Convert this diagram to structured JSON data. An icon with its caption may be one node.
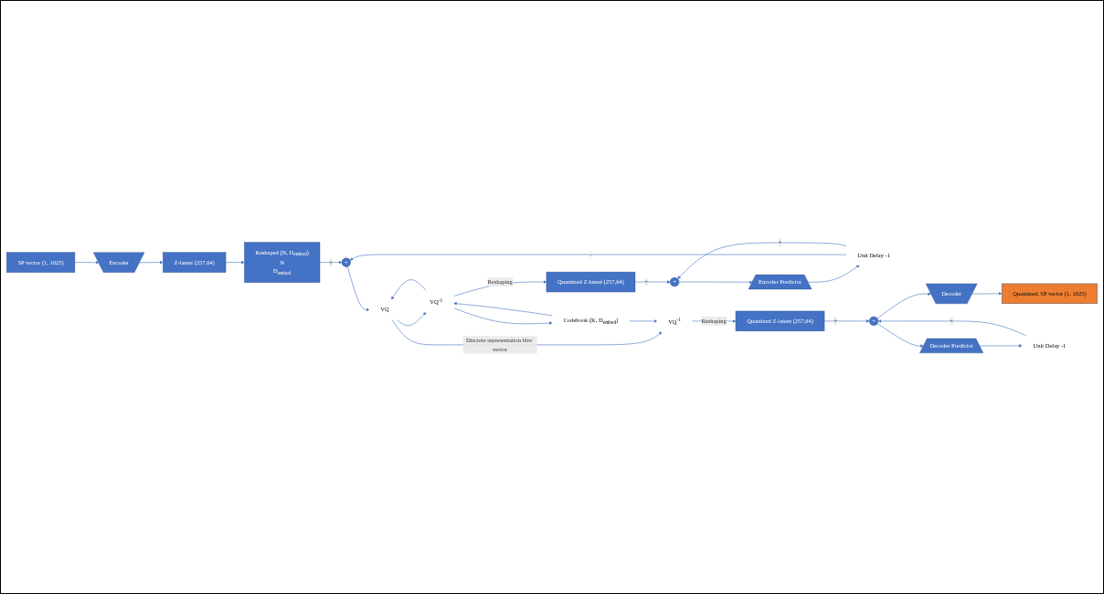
{
  "diagram": {
    "nodes": [
      {
        "text": [
          "SP vector (1, 1025)"
        ]
      },
      {
        "text": [
          "Encoder"
        ]
      },
      {
        "text": [
          "Z-latent (257,64)"
        ]
      },
      {
        "text": [
          "Reshaped (N, D$_{embed}$)",
          "N",
          "D$_{embed}$"
        ]
      },
      {
        "text": [
          "+"
        ]
      },
      {
        "text": [
          "Unit Delay -1"
        ]
      },
      {
        "text": [
          "VQ"
        ]
      },
      {
        "text": [
          "VQ$^{-1}$"
        ]
      },
      {
        "text": [
          "Encoder Predictor"
        ]
      },
      {
        "text": [
          "+"
        ]
      },
      {
        "text": [
          "Quantized Z-latent (257,64)"
        ]
      },
      {
        "text": [
          "Codebook (K, D$_{embed}$)"
        ]
      },
      {
        "text": [
          "VQ$^{-1}$"
        ]
      },
      {
        "text": [
          "Quantized Z-latent (257,64)"
        ]
      },
      {
        "text": [
          "+"
        ]
      },
      {
        "text": [
          "Decoder"
        ]
      },
      {
        "text": [
          "Quantized. SP vector (1, 1025)"
        ]
      },
      {
        "text": [
          "Decoder Predictor"
        ]
      },
      {
        "text": [
          "Unit Delay -1"
        ]
      }
    ],
    "edges": [
      {
        "from": 0,
        "to": 1,
        "arrow": "to"
      },
      {
        "from": 1,
        "to": 2,
        "arrow": "to"
      },
      {
        "from": 2,
        "to": 3,
        "arrow": "to"
      },
      {
        "from": 3,
        "to": 4,
        "arrow": "to",
        "label": "+"
      },
      {
        "from": 5,
        "to": 4,
        "arrow": "to",
        "label": "-"
      },
      {
        "from": 5,
        "to": 9,
        "arrow": "to",
        "label": "+"
      },
      {
        "from": 4,
        "to": 6,
        "arrow": "to"
      },
      {
        "from": 6,
        "to": 7,
        "arrow": "to"
      },
      {
        "from": 7,
        "to": 6,
        "arrow": "to"
      },
      {
        "from": 7,
        "to": 11,
        "arrow": "to"
      },
      {
        "from": 11,
        "to": 7,
        "arrow": "to"
      },
      {
        "from": 7,
        "to": 10,
        "arrow": "to",
        "label": "Reshaping"
      },
      {
        "from": 10,
        "to": 9,
        "arrow": "to",
        "label": "+"
      },
      {
        "from": 9,
        "to": 8,
        "arrow": "to"
      },
      {
        "from": 8,
        "to": 5,
        "arrow": "to"
      },
      {
        "from": 6,
        "to": 12,
        "arrow": "to",
        "label": "Discrete representation bits/ vector"
      },
      {
        "from": 11,
        "to": 12,
        "arrow": "to"
      },
      {
        "from": 12,
        "to": 13,
        "arrow": "to",
        "label": "Reshaping"
      },
      {
        "from": 13,
        "to": 14,
        "arrow": "to",
        "label": "+"
      },
      {
        "from": 18,
        "to": 14,
        "arrow": "to",
        "label": "+"
      },
      {
        "from": 14,
        "to": 15,
        "arrow": "to"
      },
      {
        "from": 15,
        "to": 16,
        "arrow": "to"
      },
      {
        "from": 14,
        "to": 17,
        "arrow": "to"
      },
      {
        "from": 17,
        "to": 18,
        "arrow": "to"
      }
    ]
  }
}
